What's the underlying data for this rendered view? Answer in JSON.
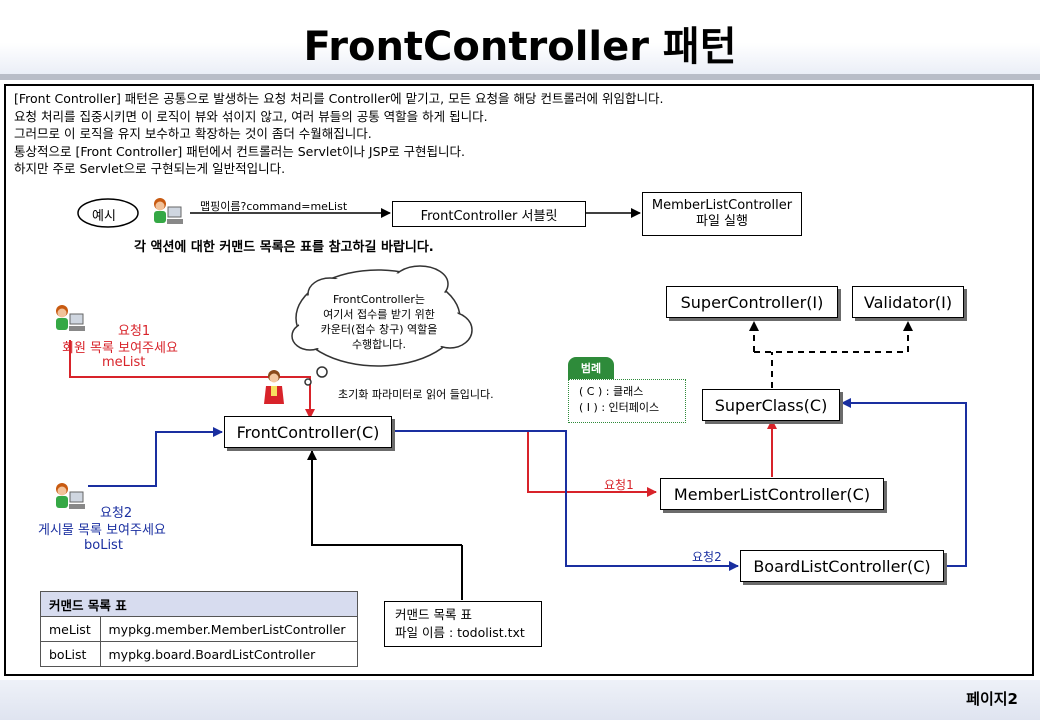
{
  "title": "FrontController 패턴",
  "intro_lines": [
    "[Front Controller] 패턴은 공통으로 발생하는 요청 처리를 Controller에 맡기고, 모든 요청을 해당 컨트롤러에 위임합니다.",
    "요청 처리를 집중시키면 이 로직이 뷰와 섞이지 않고, 여러 뷰들의 공통 역할을 하게 됩니다.",
    "그러므로 이 로직을 유지 보수하고 확장하는 것이 좀더 수월해집니다.",
    "통상적으로 [Front Controller] 패턴에서 컨트롤러는 Servlet이나 JSP로 구현됩니다.",
    "하지만 주로 Servlet으로 구현되는게 일반적입니다."
  ],
  "example": {
    "label": "예시",
    "mapping": "맵핑이름?command=meList",
    "servlet": "FrontController 서블릿",
    "target_line1": "MemberListController",
    "target_line2": "파일 실행",
    "note": "각 액션에 대한 커맨드 목록은 표를 참고하길 바랍니다."
  },
  "cloud": {
    "line1": "FrontController는",
    "line2": "여기서 접수를 받기 위한",
    "line3": "카운터(접수 창구) 역할을",
    "line4": "수행합니다."
  },
  "init_param": "초기화 파라미터로 읽어 들입니다.",
  "request1": {
    "num": "요청1",
    "desc": "회원 목록 보여주세요",
    "cmd": "meList"
  },
  "request2": {
    "num": "요청2",
    "desc": "게시물 목록 보여주세요",
    "cmd": "boList"
  },
  "legend": {
    "title": "범례",
    "class_line": "( C ) : 클래스",
    "iface_line": "( I ) : 인터페이스"
  },
  "nodes": {
    "front": "FrontController(C)",
    "super_controller": "SuperController(I)",
    "validator": "Validator(I)",
    "super_class": "SuperClass(C)",
    "member_list": "MemberListController(C)",
    "board_list": "BoardListController(C)"
  },
  "edge_labels": {
    "req1": "요청1",
    "req2": "요청2"
  },
  "file_note": {
    "line1": "커맨드 목록 표",
    "line2": "파일 이름 : todolist.txt"
  },
  "cmd_table": {
    "title": "커맨드 목록 표",
    "rows": [
      {
        "cmd": "meList",
        "cls": "mypkg.member.MemberListController"
      },
      {
        "cmd": "boList",
        "cls": "mypkg.board.BoardListController"
      }
    ]
  },
  "page_number": "페이지2",
  "colors": {
    "red": "#d8232a",
    "blue": "#1a2fa0",
    "legend_green": "#2e8b3a"
  }
}
